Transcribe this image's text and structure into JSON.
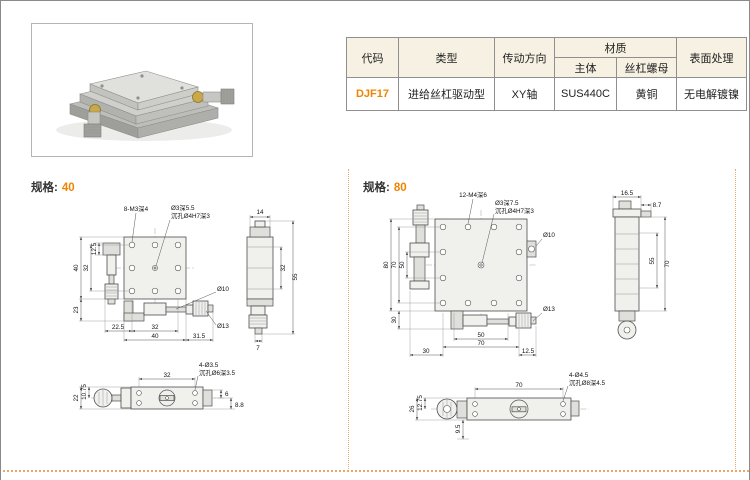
{
  "page": {
    "accent": "#f08300"
  },
  "table": {
    "headers": {
      "code": "代码",
      "type": "类型",
      "direction": "传动方向",
      "material": "材质",
      "material_main": "主体",
      "material_nut": "丝杠螺母",
      "surface": "表面处理"
    },
    "row": {
      "code": "DJF17",
      "type": "进给丝杠驱动型",
      "direction": "XY轴",
      "material_main": "SUS440C",
      "material_nut": "黄铜",
      "surface": "无电解镀镍"
    }
  },
  "spec40": {
    "label": "规格:",
    "value": "40",
    "front": {
      "callout_holes": "8-M3深4",
      "callout_center": "Ø3深5.5",
      "callout_cbore": "沉孔Ø4H7深3",
      "dim_top": "12.5",
      "dim_left_outer": "40",
      "dim_left_inner": "32",
      "dim_left_lower": "23",
      "dim_bot1": "22.5",
      "dim_bot2": "32",
      "dim_bot3": "40",
      "dim_bot4": "31.5",
      "dia_spindle": "Ø10",
      "dia_knob": "Ø13"
    },
    "side": {
      "dim_top": "14",
      "dim_inner": "32",
      "dim_outer": "55",
      "dim_bottom": "7"
    },
    "bottom": {
      "dim_top": "32",
      "callout_holes": "4-Ø3.5",
      "callout_cbore": "沉孔Ø6深3.5",
      "dim_left_upper": "10.75",
      "dim_left_outer": "22",
      "dim_right_upper": "6",
      "dim_right_lower": "8.8"
    }
  },
  "spec80": {
    "label": "规格:",
    "value": "80",
    "front": {
      "callout_holes": "12-M4深6",
      "callout_center": "Ø3深7.5",
      "callout_cbore": "沉孔Ø4H7深3",
      "dim_left_outer": "80",
      "dim_left_mid": "70",
      "dim_left_inner": "50",
      "dim_left_lower": "30",
      "dim_bot1": "50",
      "dim_bot2": "70",
      "dim_bot3": "30",
      "dim_bot4": "12.5",
      "dia_side": "Ø10",
      "dia_knob": "Ø13"
    },
    "side": {
      "dim_top": "16.5",
      "dim_top2": "8.7",
      "dim_outer": "70",
      "dim_inner": "55"
    },
    "bottom": {
      "dim_top": "70",
      "callout_holes": "4-Ø4.5",
      "callout_cbore": "沉孔Ø8深4.5",
      "dim_left_upper": "12.75",
      "dim_left_outer": "26",
      "dim_bottom": "9.5"
    }
  }
}
